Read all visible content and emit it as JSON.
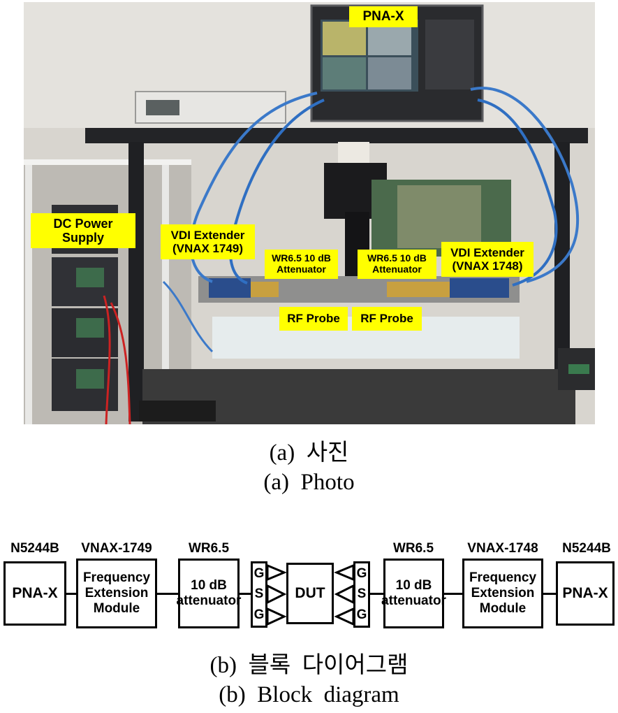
{
  "photo": {
    "labels": {
      "pna_x": "PNA-X",
      "dc_power_supply": [
        "DC Power",
        "Supply"
      ],
      "vdi_extender_1749": [
        "VDI Extender",
        "(VNAX 1749)"
      ],
      "attenuator_left": [
        "WR6.5 10 dB",
        "Attenuator"
      ],
      "attenuator_right": [
        "WR6.5 10 dB",
        "Attenuator"
      ],
      "vdi_extender_1748": [
        "VDI Extender",
        "(VNAX 1748)"
      ],
      "rf_probe_left": "RF Probe",
      "rf_probe_right": "RF Probe"
    }
  },
  "captions": {
    "photo_ko": "(a)  사진",
    "photo_en": "(a)  Photo",
    "diagram_ko": "(b)  블록  다이어그램",
    "diagram_en": "(b)  Block  diagram"
  },
  "diagram": {
    "top_labels": [
      "N5244B",
      "VNAX-1749",
      "WR6.5",
      "WR6.5",
      "VNAX-1748",
      "N5244B"
    ],
    "pna_left": "PNA-X",
    "extender_left": [
      "Frequency",
      "Extension",
      "Module"
    ],
    "attenuator_left": [
      "10 dB",
      "attenuator"
    ],
    "probe_left": [
      "G",
      "S",
      "G"
    ],
    "dut": "DUT",
    "probe_right": [
      "G",
      "S",
      "G"
    ],
    "attenuator_right": [
      "10 dB",
      "attenuator"
    ],
    "extender_right": [
      "Frequency",
      "Extension",
      "Module"
    ],
    "pna_right": "PNA-X"
  }
}
